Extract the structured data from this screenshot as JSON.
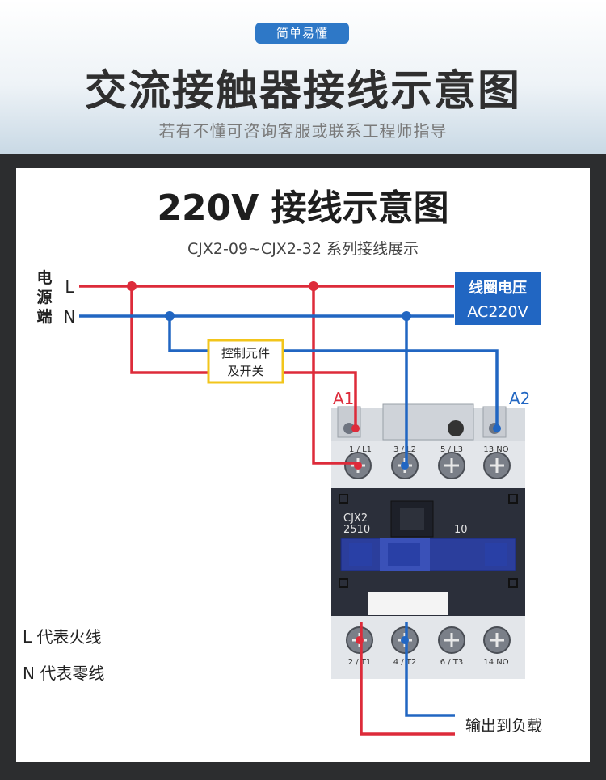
{
  "header": {
    "badge": "简单易懂",
    "title": "交流接触器接线示意图",
    "subtitle": "若有不懂可咨询客服或联系工程师指导"
  },
  "diagram": {
    "title": "220V 接线示意图",
    "subtitle": "CJX2-09~CJX2-32 系列接线展示",
    "power_label_chars": [
      "电",
      "源",
      "端"
    ],
    "line_L": "L",
    "line_N": "N",
    "coil_voltage_line1": "线圈电压",
    "coil_voltage_line2": "AC220V",
    "control_box_line1": "控制元件",
    "control_box_line2": "及开关",
    "coil_a1": "A1",
    "coil_a2": "A2",
    "top_terminals": [
      "1 / L1",
      "3 / L2",
      "5 / L3",
      "13 NO"
    ],
    "bottom_terminals": [
      "2 / T1",
      "4 / T2",
      "6 / T3",
      "14 NO"
    ],
    "model_line1": "CJX2",
    "model_line2": "2510",
    "model_number": "10",
    "legend_L": "L 代表火线",
    "legend_N": "N 代表零线",
    "output_label": "输出到负载"
  },
  "colors": {
    "live": "#dd2b3a",
    "neutral": "#2166c2",
    "badge": "#2e78c7",
    "frame": "#2c2d2f",
    "control_border": "#f2c51b"
  }
}
